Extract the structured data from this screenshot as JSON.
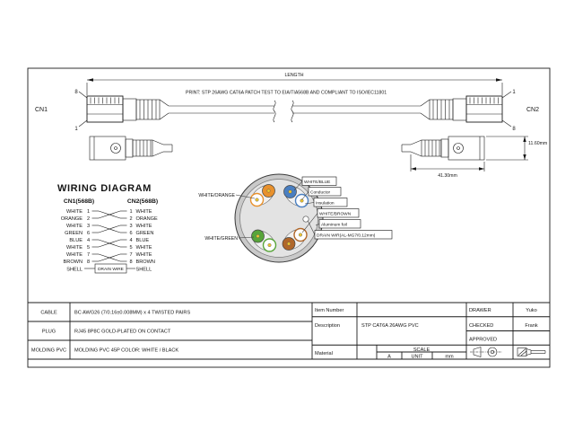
{
  "drawing": {
    "length_label": "LENGTH",
    "print_text": "PRINT: STP 26AWG CAT6A PATCH TEST TO EIA/TIA568B AND COMPLIANT TO ISO/IEC11801",
    "cn1_label": "CN1",
    "cn2_label": "CN2",
    "pin_left_top": "8",
    "pin_left_bottom": "1",
    "pin_right_top": "1",
    "pin_right_bottom": "8",
    "dim_length": "41.30mm",
    "dim_height": "11.60mm"
  },
  "wiring": {
    "title": "WIRING DIAGRAM",
    "cn1_header": "CN1(568B)",
    "cn2_header": "CN2(568B)",
    "rows": [
      {
        "left": "WHITE",
        "lpin": "1",
        "rpin": "1",
        "right": "WHITE"
      },
      {
        "left": "ORANGE",
        "lpin": "2",
        "rpin": "2",
        "right": "ORANGE"
      },
      {
        "left": "WHITE",
        "lpin": "3",
        "rpin": "3",
        "right": "WHITE"
      },
      {
        "left": "GREEN",
        "lpin": "6",
        "rpin": "6",
        "right": "GREEN"
      },
      {
        "left": "BLUE",
        "lpin": "4",
        "rpin": "4",
        "right": "BLUE"
      },
      {
        "left": "WHITE",
        "lpin": "5",
        "rpin": "5",
        "right": "WHITE"
      },
      {
        "left": "WHITE",
        "lpin": "7",
        "rpin": "7",
        "right": "WHITE"
      },
      {
        "left": "BROWN",
        "lpin": "8",
        "rpin": "8",
        "right": "BROWN"
      }
    ],
    "shell_left": "SHELL",
    "drain_label": "DRAIN WIRE",
    "shell_right": "SHELL"
  },
  "cross_section": {
    "labels": {
      "white_orange": "WHITE/ORANGE",
      "white_green": "WHITE/GREEN",
      "white_blue": "WHITE/BLUE",
      "conductor": "Conductor",
      "insulation": "Insulation",
      "white_brown": "WHITE/BROWN",
      "aluminum_foil": "Aluminum foil",
      "drain_wire": "DRAIN WIR(AL-MG7/0.12mm)"
    },
    "colors": {
      "orange": "#e8912d",
      "blue": "#4a7fc1",
      "green": "#58a53a",
      "brown": "#b0672a",
      "conductor_dot": "#eec530"
    }
  },
  "title_block": {
    "left_rows": [
      {
        "label": "CABLE",
        "value": "BC AWG26 (7/0.16±0.008MM) x 4 TWISTED PAIRS"
      },
      {
        "label": "PLUG",
        "value": "RJ45 8P8C GOLD-PLATED ON CONTACT"
      },
      {
        "label": "MOLDING PVC",
        "value": "MOLDING PVC 45P COLOR: WHITE / BLACK"
      }
    ],
    "item_number_label": "Item Number",
    "description_label": "Description",
    "description_value": "STP CAT6A 26AWG PVC",
    "material_label": "Material",
    "drawer_label": "DRAWER",
    "drawer_value": "Yuko",
    "checked_label": "CHECKED",
    "checked_value": "Frank",
    "approved_label": "APPROVED",
    "scale_label": "SCALE",
    "scale_value": "A",
    "unit_label": "UNIT",
    "unit_value": "mm"
  }
}
